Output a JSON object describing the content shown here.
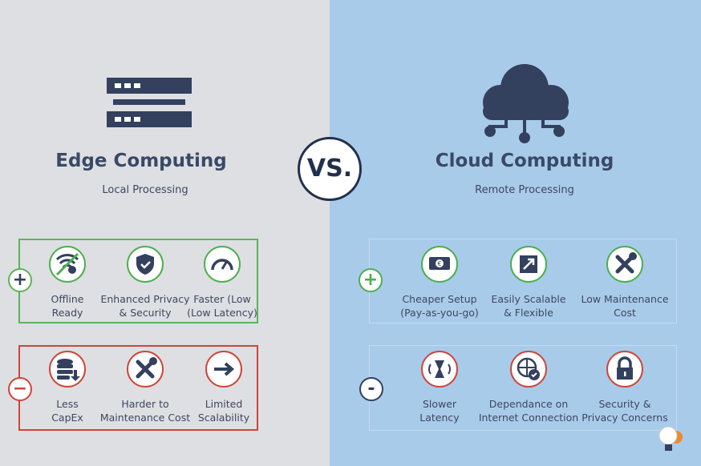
{
  "edge": {
    "title": "Edge Computing",
    "subtitle": "Local Processing",
    "pros_sign": "+",
    "cons_sign": "−",
    "pros": [
      {
        "icon": "wifi-off-icon",
        "line1": "Offline",
        "line2": "Ready"
      },
      {
        "icon": "shield-check-icon",
        "line1": "Enhanced Privacy",
        "line2": "& Security"
      },
      {
        "icon": "speedometer-icon",
        "line1": "Faster (Low",
        "line2": "(Low Latency)"
      }
    ],
    "cons": [
      {
        "icon": "database-download-icon",
        "line1": "Less",
        "line2": "CapEx"
      },
      {
        "icon": "tools-icon",
        "line1": "Harder to",
        "line2": "Maintenance Cost"
      },
      {
        "icon": "arrow-right-icon",
        "line1": "Limited",
        "line2": "Scalability"
      }
    ]
  },
  "cloud": {
    "title": "Cloud Computing",
    "subtitle": "Remote Processing",
    "pros_sign": "+",
    "cons_sign": "-",
    "pros": [
      {
        "icon": "money-icon",
        "line1": "Cheaper Setup",
        "line2": "(Pay-as-you-go)"
      },
      {
        "icon": "scale-arrow-icon",
        "line1": "Easily Scalable",
        "line2": "& Flexible"
      },
      {
        "icon": "tools-icon",
        "line1": "Low Maintenance",
        "line2": "Cost"
      }
    ],
    "cons": [
      {
        "icon": "hourglass-icon",
        "line1": "Slower",
        "line2": "Latency"
      },
      {
        "icon": "globe-check-icon",
        "line1": "Dependance on",
        "line2": "Internet Connection"
      },
      {
        "icon": "lock-icon",
        "line1": "Security &",
        "line2": "Privacy Concerns"
      }
    ]
  },
  "vs": "VS.",
  "colors": {
    "pro": "#4caf50",
    "con": "#d0453a",
    "navy": "#33405e"
  }
}
